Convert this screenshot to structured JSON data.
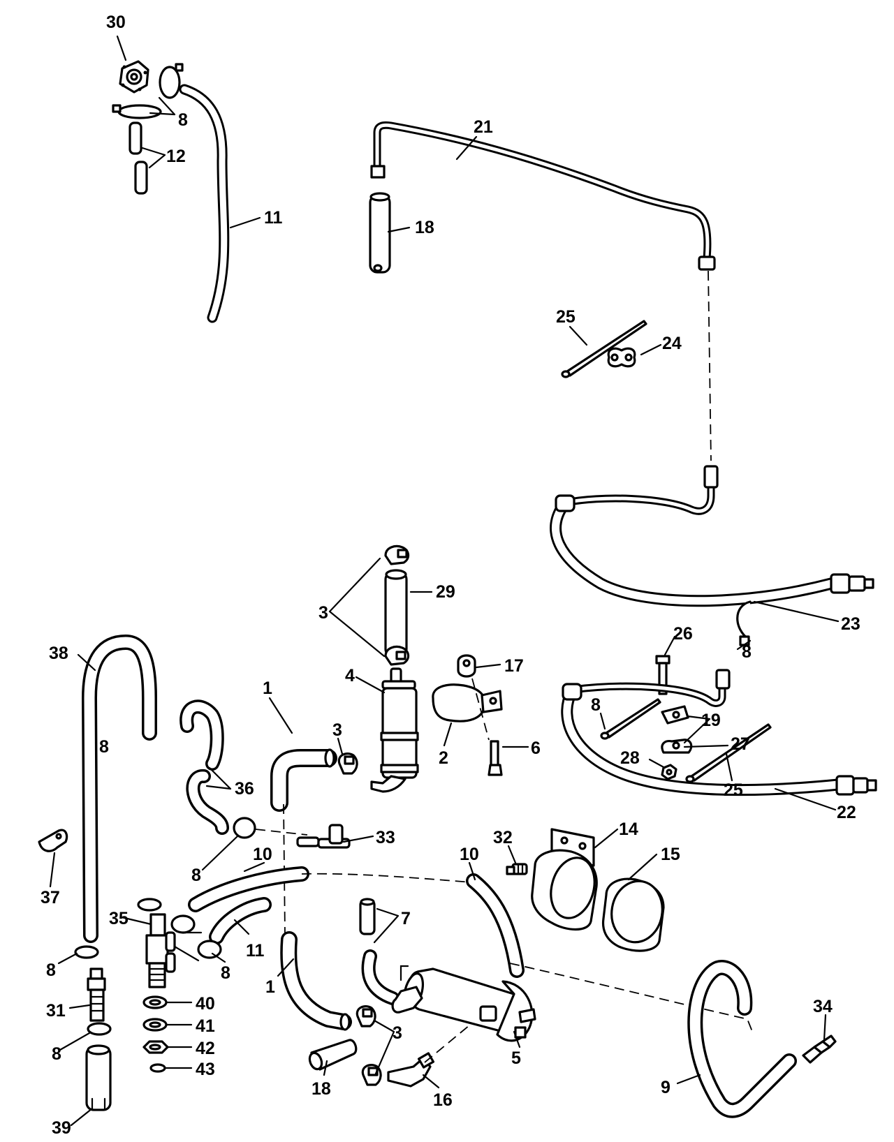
{
  "callouts": [
    {
      "id": "c30",
      "text": "30"
    },
    {
      "id": "c8a",
      "text": "8"
    },
    {
      "id": "c12",
      "text": "12"
    },
    {
      "id": "c11a",
      "text": "11"
    },
    {
      "id": "c21",
      "text": "21"
    },
    {
      "id": "c18a",
      "text": "18"
    },
    {
      "id": "c25a",
      "text": "25"
    },
    {
      "id": "c24",
      "text": "24"
    },
    {
      "id": "c29",
      "text": "29"
    },
    {
      "id": "c3a",
      "text": "3"
    },
    {
      "id": "c23",
      "text": "23"
    },
    {
      "id": "c38",
      "text": "38"
    },
    {
      "id": "c4",
      "text": "4"
    },
    {
      "id": "c17",
      "text": "17"
    },
    {
      "id": "c26",
      "text": "26"
    },
    {
      "id": "c8b",
      "text": "8"
    },
    {
      "id": "c1a",
      "text": "1"
    },
    {
      "id": "c3b",
      "text": "3"
    },
    {
      "id": "c2",
      "text": "2"
    },
    {
      "id": "c6",
      "text": "6"
    },
    {
      "id": "c8c",
      "text": "8"
    },
    {
      "id": "c19",
      "text": "19"
    },
    {
      "id": "c27",
      "text": "27"
    },
    {
      "id": "c28",
      "text": "28"
    },
    {
      "id": "c25b",
      "text": "25"
    },
    {
      "id": "c36",
      "text": "36"
    },
    {
      "id": "c8d",
      "text": "8"
    },
    {
      "id": "c22",
      "text": "22"
    },
    {
      "id": "c33",
      "text": "33"
    },
    {
      "id": "c14",
      "text": "14"
    },
    {
      "id": "c32",
      "text": "32"
    },
    {
      "id": "c15",
      "text": "15"
    },
    {
      "id": "c10a",
      "text": "10"
    },
    {
      "id": "c10b",
      "text": "10"
    },
    {
      "id": "c8e",
      "text": "8"
    },
    {
      "id": "c37",
      "text": "37"
    },
    {
      "id": "c7",
      "text": "7"
    },
    {
      "id": "c35",
      "text": "35"
    },
    {
      "id": "c11b",
      "text": "11"
    },
    {
      "id": "c8f",
      "text": "8"
    },
    {
      "id": "c8g",
      "text": "8"
    },
    {
      "id": "c1b",
      "text": "1"
    },
    {
      "id": "c31",
      "text": "31"
    },
    {
      "id": "c40",
      "text": "40"
    },
    {
      "id": "c41",
      "text": "41"
    },
    {
      "id": "c34",
      "text": "34"
    },
    {
      "id": "c3c",
      "text": "3"
    },
    {
      "id": "c42",
      "text": "42"
    },
    {
      "id": "c8h",
      "text": "8"
    },
    {
      "id": "c43",
      "text": "43"
    },
    {
      "id": "c5",
      "text": "5"
    },
    {
      "id": "c18b",
      "text": "18"
    },
    {
      "id": "c9",
      "text": "9"
    },
    {
      "id": "c39",
      "text": "39"
    },
    {
      "id": "c16",
      "text": "16"
    }
  ]
}
